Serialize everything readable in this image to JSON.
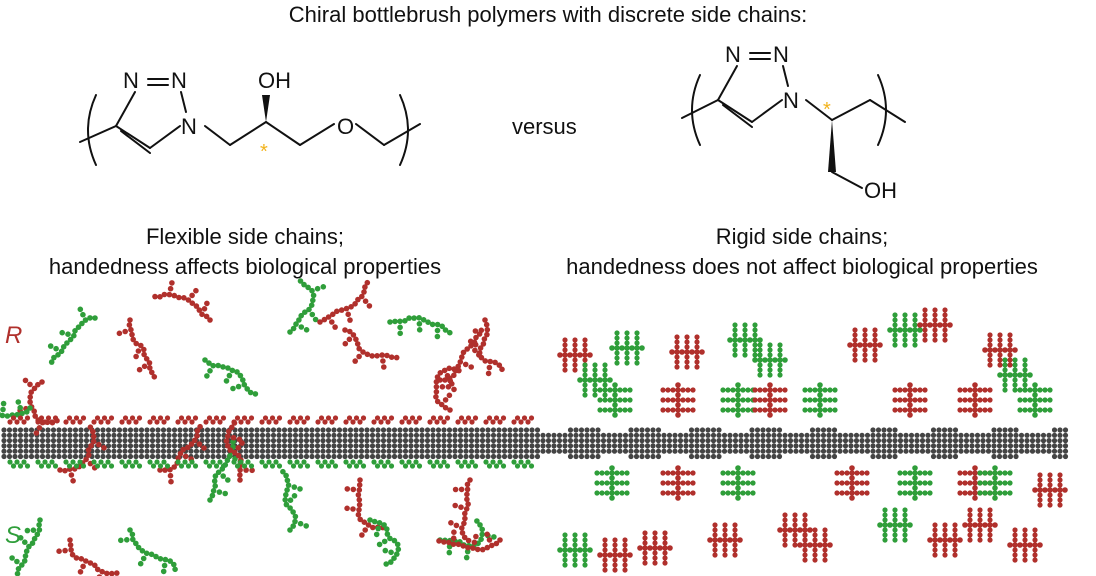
{
  "title": "Chiral bottlebrush polymers with discrete side chains:",
  "versus": "versus",
  "left_structure": {
    "atoms": {
      "n1": "N",
      "n2": "N",
      "n3": "N",
      "oh": "OH",
      "o": "O"
    },
    "caption_line1": "Flexible side chains;",
    "caption_line2": "handedness affects biological properties"
  },
  "right_structure": {
    "atoms": {
      "n1": "N",
      "n2": "N",
      "n3": "N",
      "oh": "OH"
    },
    "caption_line1": "Rigid side chains;",
    "caption_line2": "handedness does not affect biological properties"
  },
  "stereocenter_mark": "*",
  "legend": {
    "r_label": "R",
    "s_label": "S"
  },
  "colors": {
    "r_side_chain": "#b0302c",
    "s_side_chain": "#2f9e3a",
    "backbone": "#444444",
    "stereocenter": "#f2b31c"
  }
}
